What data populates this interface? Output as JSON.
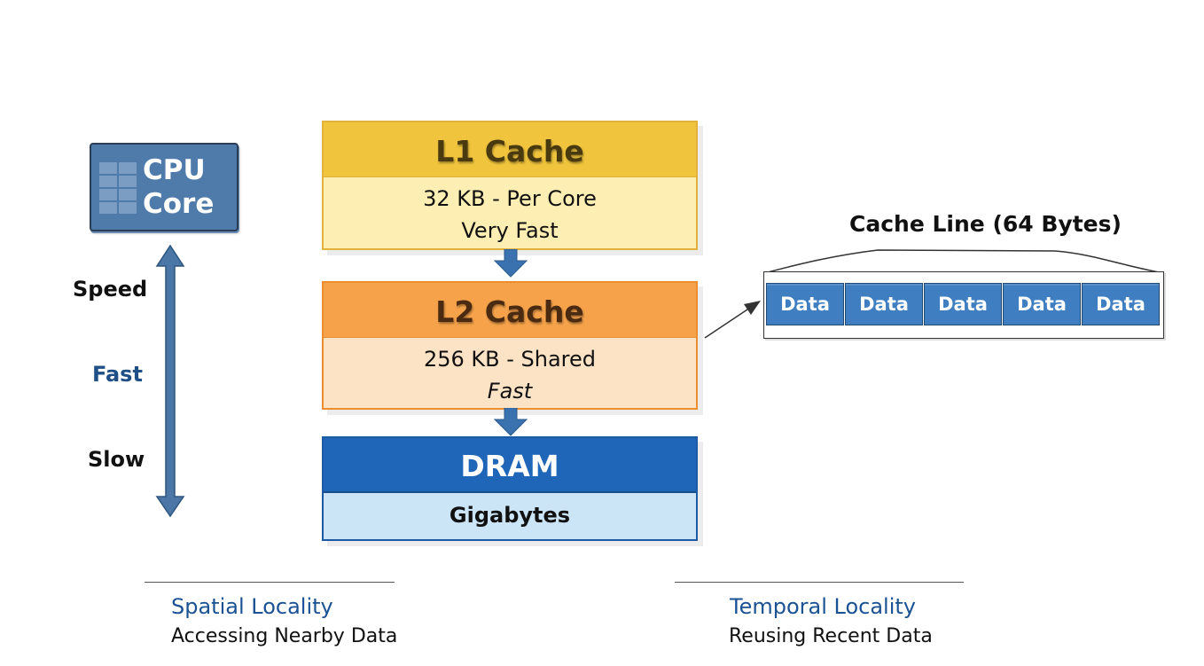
{
  "cpu": {
    "line1": "CPU",
    "line2": "Core",
    "icon": "cpu-grid-icon"
  },
  "speed_axis": {
    "label": "Speed",
    "fast": "Fast",
    "slow": "Slow",
    "icon": "double-arrow-vertical-icon"
  },
  "hierarchy": {
    "l1": {
      "title": "L1 Cache",
      "size": "32 KB - Per Core",
      "speed": "Very Fast"
    },
    "l2": {
      "title": "L2 Cache",
      "size": "256 KB - Shared",
      "speed": "Fast"
    },
    "dram": {
      "title": "DRAM",
      "size": "Gigabytes"
    }
  },
  "cache_line": {
    "title": "Cache Line (64 Bytes)",
    "cells": [
      "Data",
      "Data",
      "Data",
      "Data",
      "Data"
    ]
  },
  "locality": {
    "spatial": {
      "title": "Spatial Locality",
      "description": "Accessing Nearby Data"
    },
    "temporal": {
      "title": "Temporal Locality",
      "description": "Reusing Recent Data"
    }
  },
  "colors": {
    "l1_header": "#f0c43c",
    "l1_body": "#fdeeb4",
    "l2_header": "#f5a24a",
    "l2_body": "#fde3c6",
    "dram_header": "#1f66b8",
    "dram_body": "#cce5f6",
    "cpu": "#4f7bab",
    "accent_blue": "#1a5294",
    "data_cell": "#3f7fc1"
  }
}
